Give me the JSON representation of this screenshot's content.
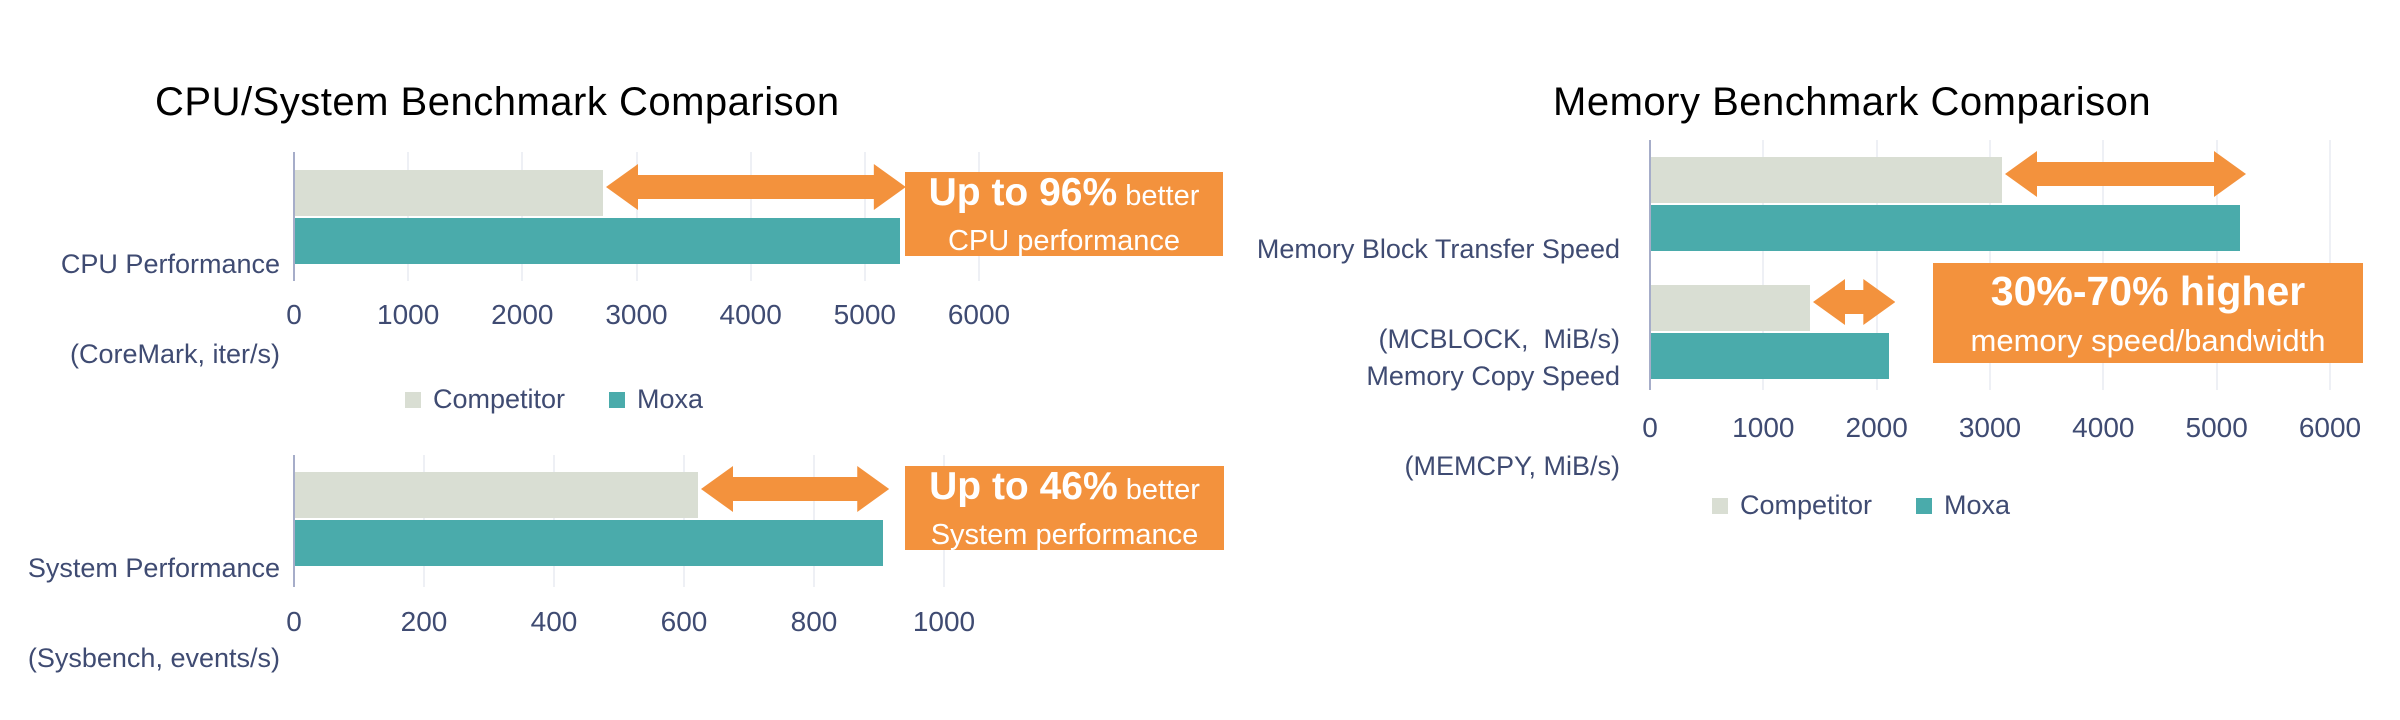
{
  "colors": {
    "competitor_bar": "#d9ded3",
    "moxa_bar": "#4aabab",
    "accent_orange": "#f3923d",
    "label_text": "#3f4b72",
    "title_text": "#000000",
    "axis_line": "#a6adc9",
    "gridline": "#eef0f5",
    "callout_text": "#ffffff",
    "background": "#ffffff"
  },
  "legend": {
    "competitor": "Competitor",
    "moxa": "Moxa"
  },
  "titles": {
    "left": "CPU/System Benchmark Comparison",
    "right": "Memory Benchmark Comparison"
  },
  "chart_data": [
    {
      "id": "cpu",
      "type": "bar",
      "orientation": "horizontal",
      "title": "CPU/System Benchmark Comparison",
      "categories": [
        "CPU Performance (CoreMark, iter/s)"
      ],
      "category_lines": [
        [
          "CPU Performance",
          "(CoreMark, iter/s)"
        ]
      ],
      "series": [
        {
          "name": "Competitor",
          "values": [
            2700
          ]
        },
        {
          "name": "Moxa",
          "values": [
            5300
          ]
        }
      ],
      "xlim": [
        0,
        6000
      ],
      "xticks": [
        "0",
        "1000",
        "2000",
        "3000",
        "4000",
        "5000",
        "6000"
      ],
      "grid": true,
      "legend_position": "below",
      "callout": {
        "headline": "Up to 96%",
        "headline_suffix": " better",
        "line2": "CPU performance"
      }
    },
    {
      "id": "sys",
      "type": "bar",
      "orientation": "horizontal",
      "title": "",
      "categories": [
        "System Performance (Sysbench, events/s)"
      ],
      "category_lines": [
        [
          "System Performance",
          "(Sysbench, events/s)"
        ]
      ],
      "series": [
        {
          "name": "Competitor",
          "values": [
            620
          ]
        },
        {
          "name": "Moxa",
          "values": [
            905
          ]
        }
      ],
      "xlim": [
        0,
        1000
      ],
      "xticks": [
        "0",
        "200",
        "400",
        "600",
        "800",
        "1000"
      ],
      "grid": true,
      "legend_position": "above",
      "callout": {
        "headline": "Up to 46%",
        "headline_suffix": " better",
        "line2": "System performance"
      }
    },
    {
      "id": "mem",
      "type": "bar",
      "orientation": "horizontal",
      "title": "Memory Benchmark Comparison",
      "categories": [
        "Memory Block Transfer Speed (MCBLOCK,  MiB/s)",
        "Memory Copy Speed (MEMCPY, MiB/s)"
      ],
      "category_lines": [
        [
          "Memory Block Transfer Speed",
          "(MCBLOCK,  MiB/s)"
        ],
        [
          "Memory Copy Speed",
          "(MEMCPY, MiB/s)"
        ]
      ],
      "series": [
        {
          "name": "Competitor",
          "values": [
            3100,
            1400
          ]
        },
        {
          "name": "Moxa",
          "values": [
            5200,
            2100
          ]
        }
      ],
      "xlim": [
        0,
        6000
      ],
      "xticks": [
        "0",
        "1000",
        "2000",
        "3000",
        "4000",
        "5000",
        "6000"
      ],
      "grid": true,
      "legend_position": "below",
      "callout": {
        "headline": "30%-70% higher",
        "headline_suffix": "",
        "line2": "memory speed/bandwidth"
      }
    }
  ]
}
